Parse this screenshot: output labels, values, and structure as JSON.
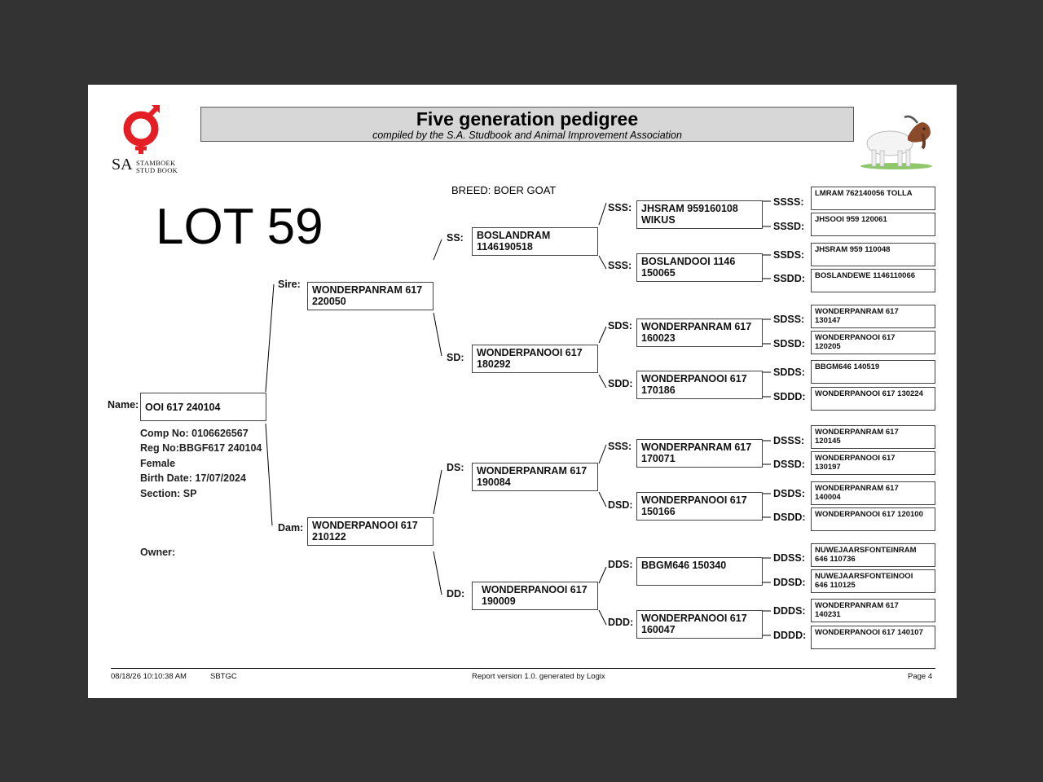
{
  "header": {
    "title": "Five generation pedigree",
    "subtitle": "compiled by the S.A. Studbook and Animal Improvement Association"
  },
  "logo": {
    "sa": "SA",
    "line1": "STAMBOEK",
    "line2": "STUD BOOK",
    "color": "#e31e24"
  },
  "lot": "LOT 59",
  "breed": "BREED: BOER GOAT",
  "animal": {
    "name_label": "Name:",
    "name": "OOI 617 240104",
    "comp_no": "Comp No: 0106626567",
    "reg_no": "Reg No:BBGF617 240104",
    "sex": "Female",
    "birth_date": "Birth Date: 17/07/2024",
    "section": "Section: SP",
    "owner_label": "Owner:"
  },
  "gen1": {
    "sire": {
      "label": "Sire:",
      "line1": "WONDERPANRAM 617",
      "line2": "220050"
    },
    "dam": {
      "label": "Dam:",
      "line1": "WONDERPANOOI 617",
      "line2": "210122"
    }
  },
  "gen2": {
    "ss": {
      "label": "SS:",
      "line1": "BOSLANDRAM",
      "line2": "1146190518"
    },
    "sd": {
      "label": "SD:",
      "line1": "WONDERPANOOI 617",
      "line2": "180292"
    },
    "ds": {
      "label": "DS:",
      "line1": "WONDERPANRAM 617",
      "line2": "190084"
    },
    "dd": {
      "label": "DD:",
      "line1": "WONDERPANOOI 617",
      "line2": "190009"
    }
  },
  "gen3": {
    "sss": {
      "label": "SSS:",
      "line1": "JHSRAM 959160108",
      "line2": "WIKUS"
    },
    "ssd": {
      "label": "SSS:",
      "line1": "BOSLANDOOI 1146",
      "line2": "150065"
    },
    "sds": {
      "label": "SDS:",
      "line1": "WONDERPANRAM 617",
      "line2": "160023"
    },
    "sdd": {
      "label": "SDD:",
      "line1": "WONDERPANOOI 617",
      "line2": "170186"
    },
    "dss": {
      "label": "SSS:",
      "line1": "WONDERPANRAM 617",
      "line2": "170071"
    },
    "dsd": {
      "label": "DSD:",
      "line1": "WONDERPANOOI 617",
      "line2": "150166"
    },
    "dds": {
      "label": "DDS:",
      "line1": "BBGM646 150340",
      "line2": ""
    },
    "ddd": {
      "label": "DDD:",
      "line1": "WONDERPANOOI 617",
      "line2": "160047"
    }
  },
  "gen4": {
    "ssss": {
      "label": "SSSS:",
      "line1": "LMRAM 762140056 TOLLA",
      "line2": ""
    },
    "sssd": {
      "label": "SSSD:",
      "line1": "JHSOOI 959 120061",
      "line2": ""
    },
    "ssds": {
      "label": "SSDS:",
      "line1": "JHSRAM 959 110048",
      "line2": ""
    },
    "ssdd": {
      "label": "SSDD:",
      "line1": "BOSLANDEWE 1146110066",
      "line2": ""
    },
    "sdss": {
      "label": "SDSS:",
      "line1": "WONDERPANRAM 617",
      "line2": "130147"
    },
    "sdsd": {
      "label": "SDSD:",
      "line1": "WONDERPANOOI 617",
      "line2": "120205"
    },
    "sdds": {
      "label": "SDDS:",
      "line1": "BBGM646 140519",
      "line2": ""
    },
    "sddd": {
      "label": "SDDD:",
      "line1": "WONDERPANOOI 617 130224",
      "line2": ""
    },
    "dsss": {
      "label": "DSSS:",
      "line1": "WONDERPANRAM 617",
      "line2": "120145"
    },
    "dssd": {
      "label": "DSSD:",
      "line1": "WONDERPANOOI 617",
      "line2": "130197"
    },
    "dsds": {
      "label": "DSDS:",
      "line1": "WONDERPANRAM 617",
      "line2": "140004"
    },
    "dsdd": {
      "label": "DSDD:",
      "line1": "WONDERPANOOI 617 120100",
      "line2": ""
    },
    "ddss": {
      "label": "DDSS:",
      "line1": "NUWEJAARSFONTEINRAM",
      "line2": "646 110736"
    },
    "ddsd": {
      "label": "DDSD:",
      "line1": "NUWEJAARSFONTEINOOI",
      "line2": "646 110125"
    },
    "ddds": {
      "label": "DDDS:",
      "line1": "WONDERPANRAM 617",
      "line2": "140231"
    },
    "dddd": {
      "label": "DDDD:",
      "line1": "WONDERPANOOI 617 140107",
      "line2": ""
    }
  },
  "footer": {
    "timestamp": "08/18/26 10:10:38 AM",
    "code": "SBTGC",
    "report": "Report version 1.0. generated by Logix",
    "page": "Page 4"
  }
}
